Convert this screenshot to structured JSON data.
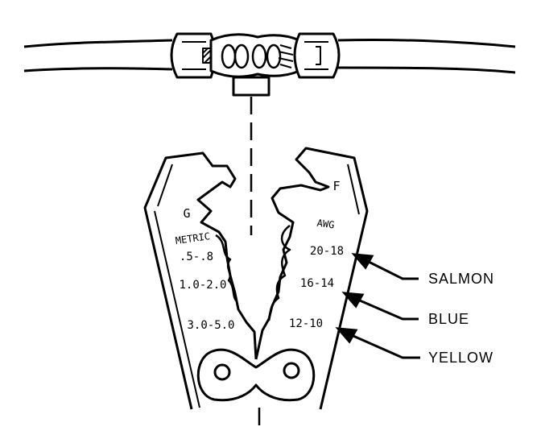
{
  "die_labels": {
    "g": "G",
    "f": "F",
    "metric_header": "METRIC",
    "awg_header": "AWG",
    "metric_sizes": [
      ".5-.8",
      "1.0-2.0",
      "3.0-5.0"
    ],
    "awg_sizes": [
      "20-18",
      "16-14",
      "12-10"
    ]
  },
  "callouts": [
    {
      "label": "SALMON"
    },
    {
      "label": "BLUE"
    },
    {
      "label": "YELLOW"
    }
  ]
}
